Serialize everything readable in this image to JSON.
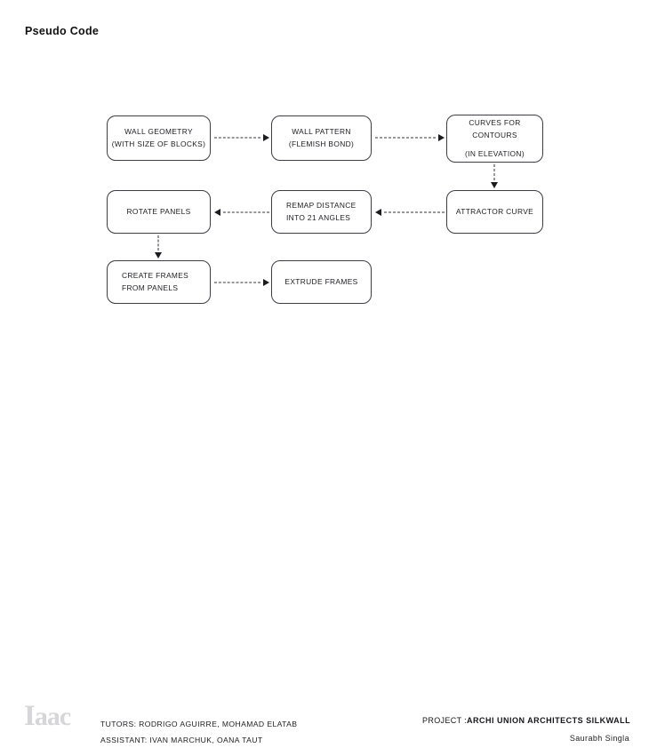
{
  "page": {
    "title": "Pseudo Code",
    "background": "#ffffff",
    "ink": "#1d1d22",
    "border_color": "#3d3d45",
    "logo_color": "#d6d6d8"
  },
  "diagram": {
    "type": "flowchart",
    "connector_style": "dashed-arrow",
    "nodes": [
      {
        "id": "wall-geometry",
        "lines": [
          "WALL GEOMETRY",
          "(WITH SIZE OF BLOCKS)"
        ],
        "align": "center",
        "row": 1,
        "column": 1
      },
      {
        "id": "wall-pattern",
        "lines": [
          "WALL PATTERN",
          "(FLEMISH BOND)"
        ],
        "align": "center",
        "row": 1,
        "column": 2
      },
      {
        "id": "curves-for-contours",
        "lines": [
          "CURVES FOR",
          "CONTOURS",
          "(IN ELEVATION)"
        ],
        "align": "center",
        "row": 1,
        "column": 3
      },
      {
        "id": "rotate-panels",
        "lines": [
          "ROTATE PANELS"
        ],
        "align": "center",
        "row": 2,
        "column": 1
      },
      {
        "id": "remap-distance",
        "lines": [
          "REMAP DISTANCE",
          "INTO 21 ANGLES"
        ],
        "align": "left",
        "row": 2,
        "column": 2
      },
      {
        "id": "attractor-curve",
        "lines": [
          "ATTRACTOR CURVE"
        ],
        "align": "center",
        "row": 2,
        "column": 3
      },
      {
        "id": "create-frames",
        "lines": [
          "CREATE FRAMES",
          "FROM PANELS"
        ],
        "align": "left",
        "row": 3,
        "column": 1
      },
      {
        "id": "extrude-frames",
        "lines": [
          "EXTRUDE FRAMES"
        ],
        "align": "center",
        "row": 3,
        "column": 2
      }
    ],
    "connectors": [
      {
        "from": "wall-geometry",
        "to": "wall-pattern",
        "direction": "right"
      },
      {
        "from": "wall-pattern",
        "to": "curves-for-contours",
        "direction": "right"
      },
      {
        "from": "curves-for-contours",
        "to": "attractor-curve",
        "direction": "down"
      },
      {
        "from": "attractor-curve",
        "to": "remap-distance",
        "direction": "left"
      },
      {
        "from": "remap-distance",
        "to": "rotate-panels",
        "direction": "left"
      },
      {
        "from": "rotate-panels",
        "to": "create-frames",
        "direction": "down"
      },
      {
        "from": "create-frames",
        "to": "extrude-frames",
        "direction": "right"
      }
    ]
  },
  "footer": {
    "logo_cap": "I",
    "logo_rest": "aac",
    "tutors": "TUTORS: RODRIGO  AGUIRRE, MOHAMAD ELATAB",
    "assistant": "ASSISTANT: IVAN MARCHUK, OANA TAUT",
    "project_label": "PROJECT  :",
    "project_value": "ARCHI UNION  ARCHITECTS  SILKWALL",
    "author": "Saurabh  Singla"
  }
}
